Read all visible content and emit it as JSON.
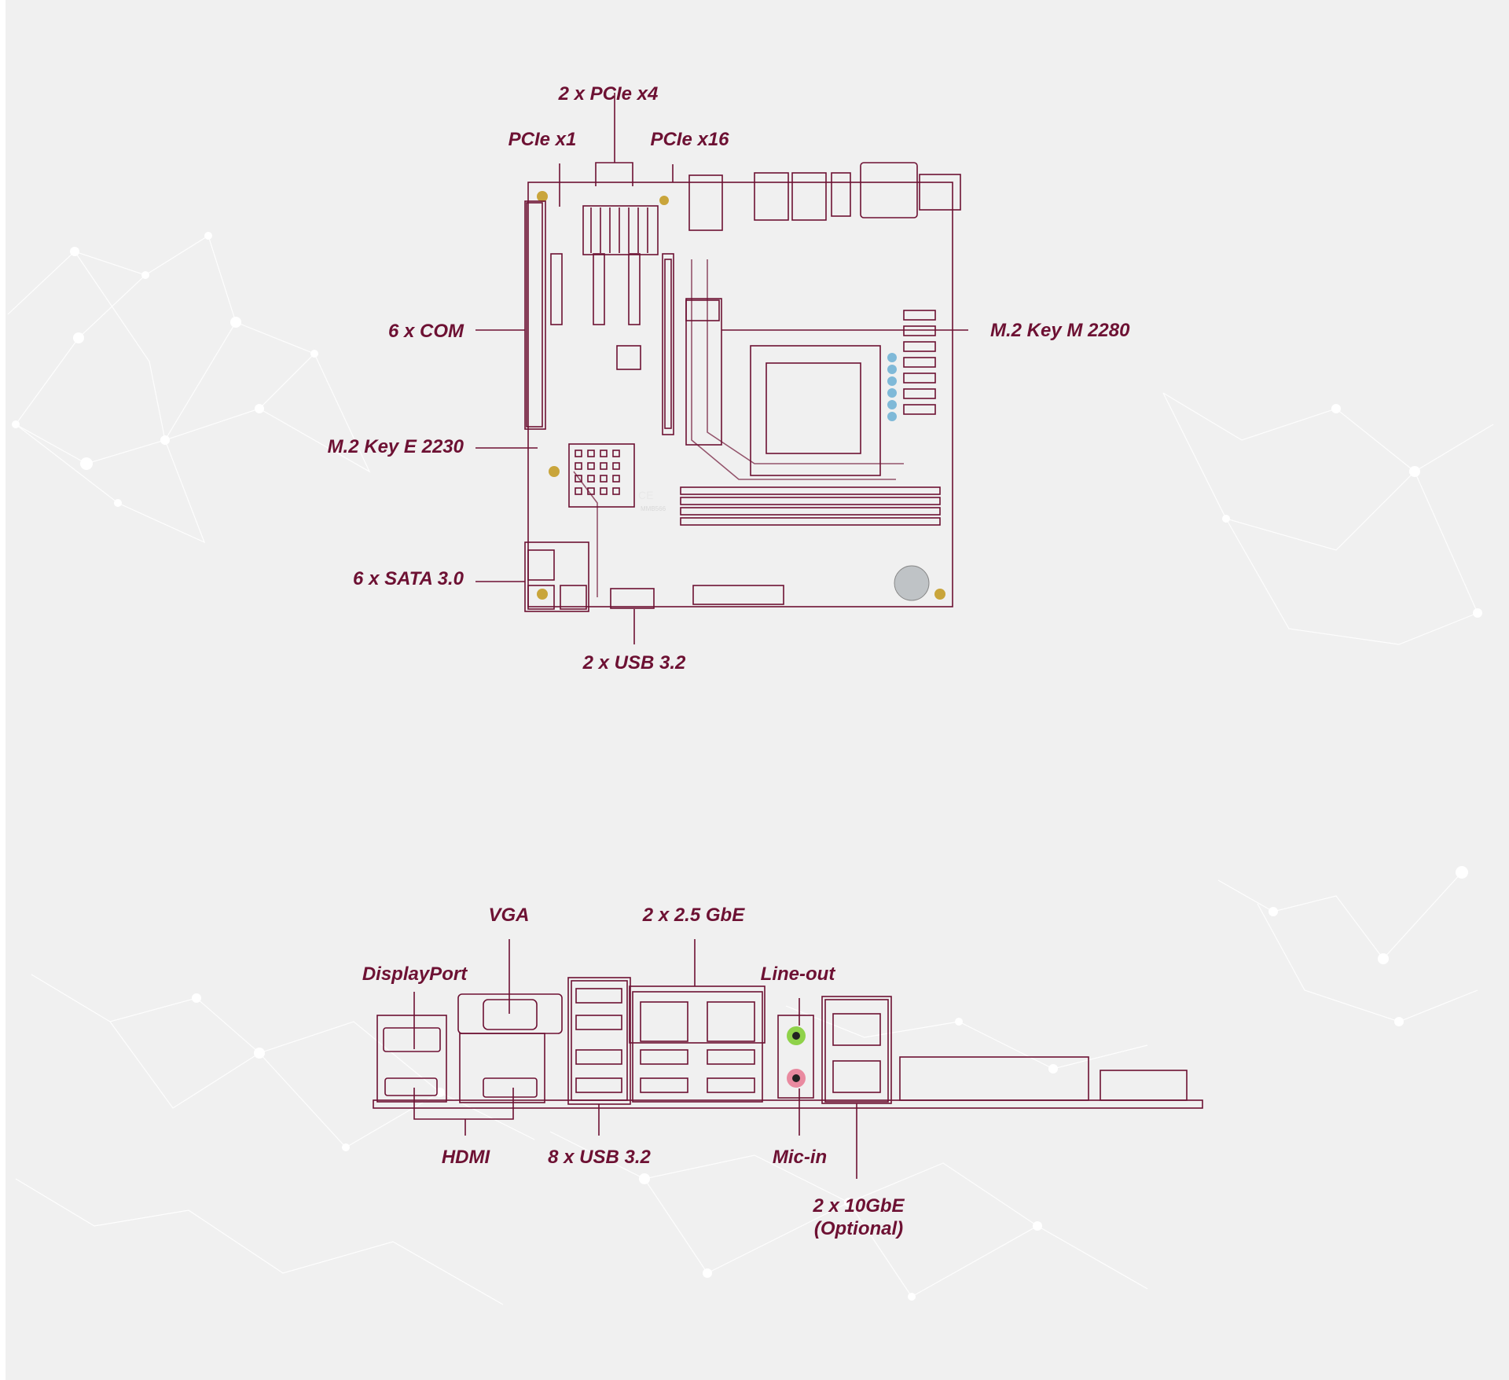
{
  "board_labels": {
    "pcie_x4": "2 x PCIe x4",
    "pcie_x1": "PCIe x1",
    "pcie_x16": "PCIe x16",
    "com": "6 x COM",
    "m2_key_m": "M.2 Key M 2280",
    "m2_key_e": "M.2 Key E 2230",
    "sata": "6 x SATA 3.0",
    "usb_front": "2 x USB 3.2"
  },
  "io_labels": {
    "vga": "VGA",
    "gbe": "2 x 2.5 GbE",
    "displayport": "DisplayPort",
    "line_out": "Line-out",
    "hdmi": "HDMI",
    "usb_rear": "8 x USB 3.2",
    "mic_in": "Mic-in",
    "tengbe_line1": "2 x 10GbE",
    "tengbe_line2": "(Optional)"
  },
  "board_markings": {
    "model": "MMB566",
    "ce": "CE"
  },
  "colors": {
    "label": "#6d1133",
    "background": "#f0f0f0",
    "pcb": "#2f8a43",
    "vga_blue": "#2f6fc4",
    "usb_blue": "#2a6fd8",
    "audio_green": "#8fd24a",
    "audio_pink": "#e98aa0"
  }
}
